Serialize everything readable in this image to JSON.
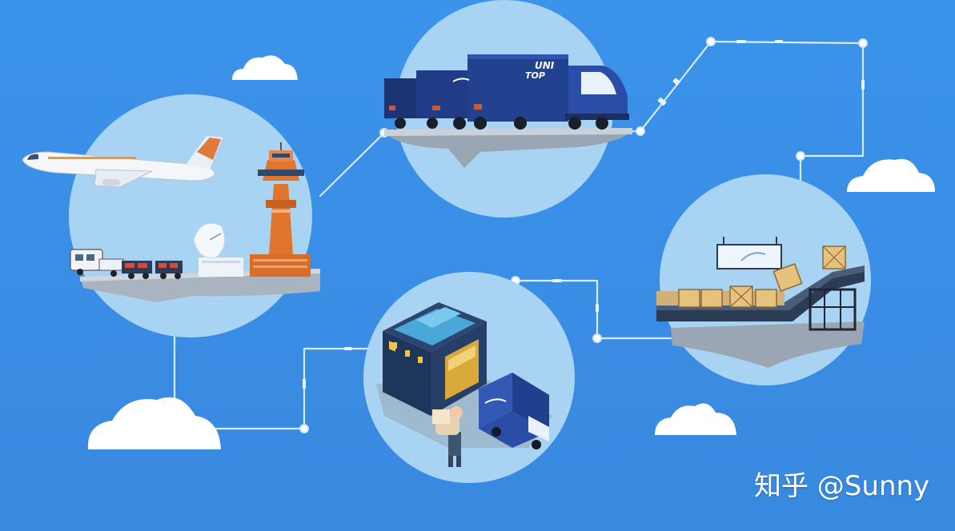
{
  "watermark": {
    "text": "知乎 @Sunny"
  },
  "truck_logo": {
    "line1": "UNI",
    "line2": "TOP"
  },
  "colors": {
    "background": "#3a8de4",
    "circle_fill": "#a9d3f3",
    "connector": "#d6ecfb",
    "truck_navy": "#1f3f8f",
    "tower_orange": "#e0752e",
    "cloud": "#ffffff"
  },
  "icons": [
    "airplane-icon",
    "control-tower-icon",
    "radar-dish-icon",
    "baggage-cart-icon",
    "semi-truck-icon",
    "warehouse-icon",
    "delivery-van-icon",
    "worker-carrying-box-icon",
    "conveyor-belt-icon",
    "crate-icon",
    "cloud-icon"
  ]
}
